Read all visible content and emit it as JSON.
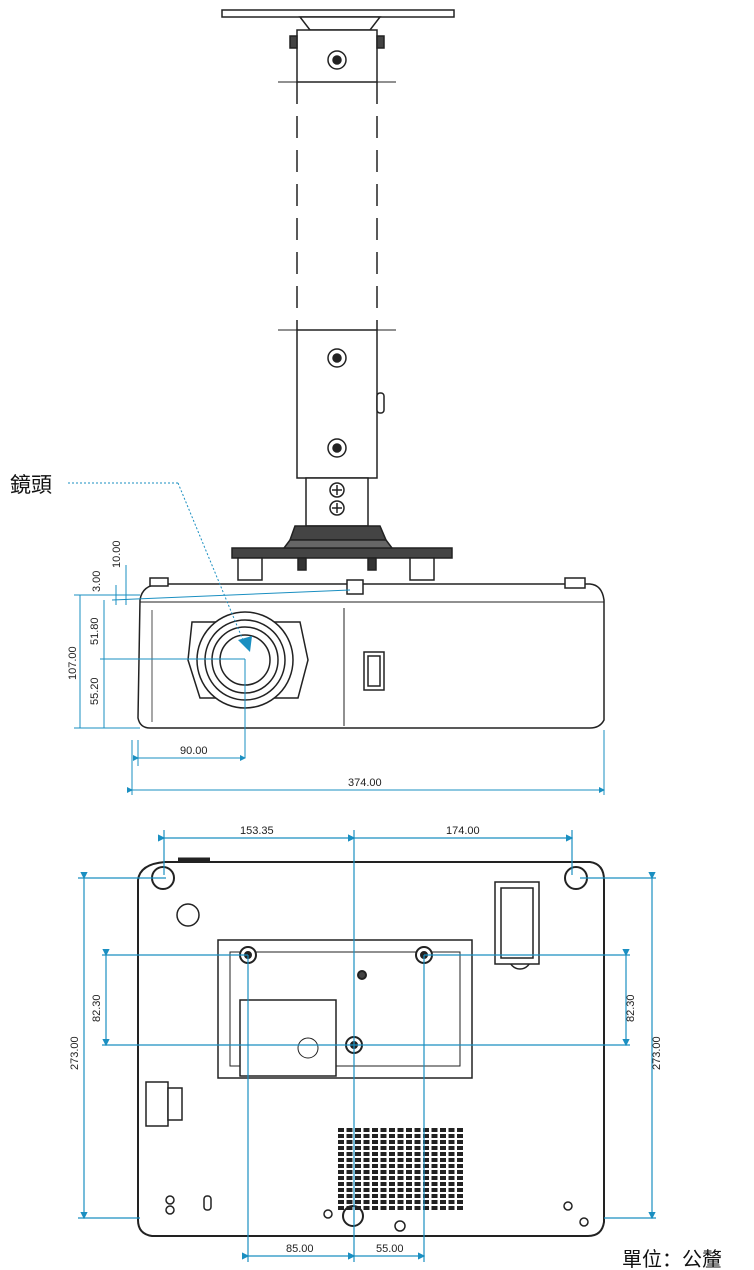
{
  "labels": {
    "lens": "鏡頭",
    "unit": "單位：公釐"
  },
  "front_view": {
    "dims": {
      "top_gap_a": "3.00",
      "top_gap_b": "10.00",
      "height": "107.00",
      "upper": "51.80",
      "lower": "55.20",
      "lens_offset": "90.00",
      "width": "374.00"
    }
  },
  "bottom_view": {
    "dims": {
      "left_top": "153.35",
      "right_top": "174.00",
      "depth_left": "273.00",
      "depth_right": "273.00",
      "mount_left": "82.30",
      "mount_right": "82.30",
      "bottom_left": "85.00",
      "bottom_right": "55.00"
    }
  },
  "colors": {
    "line": "#222222",
    "dimension": "#1a8fc1"
  }
}
